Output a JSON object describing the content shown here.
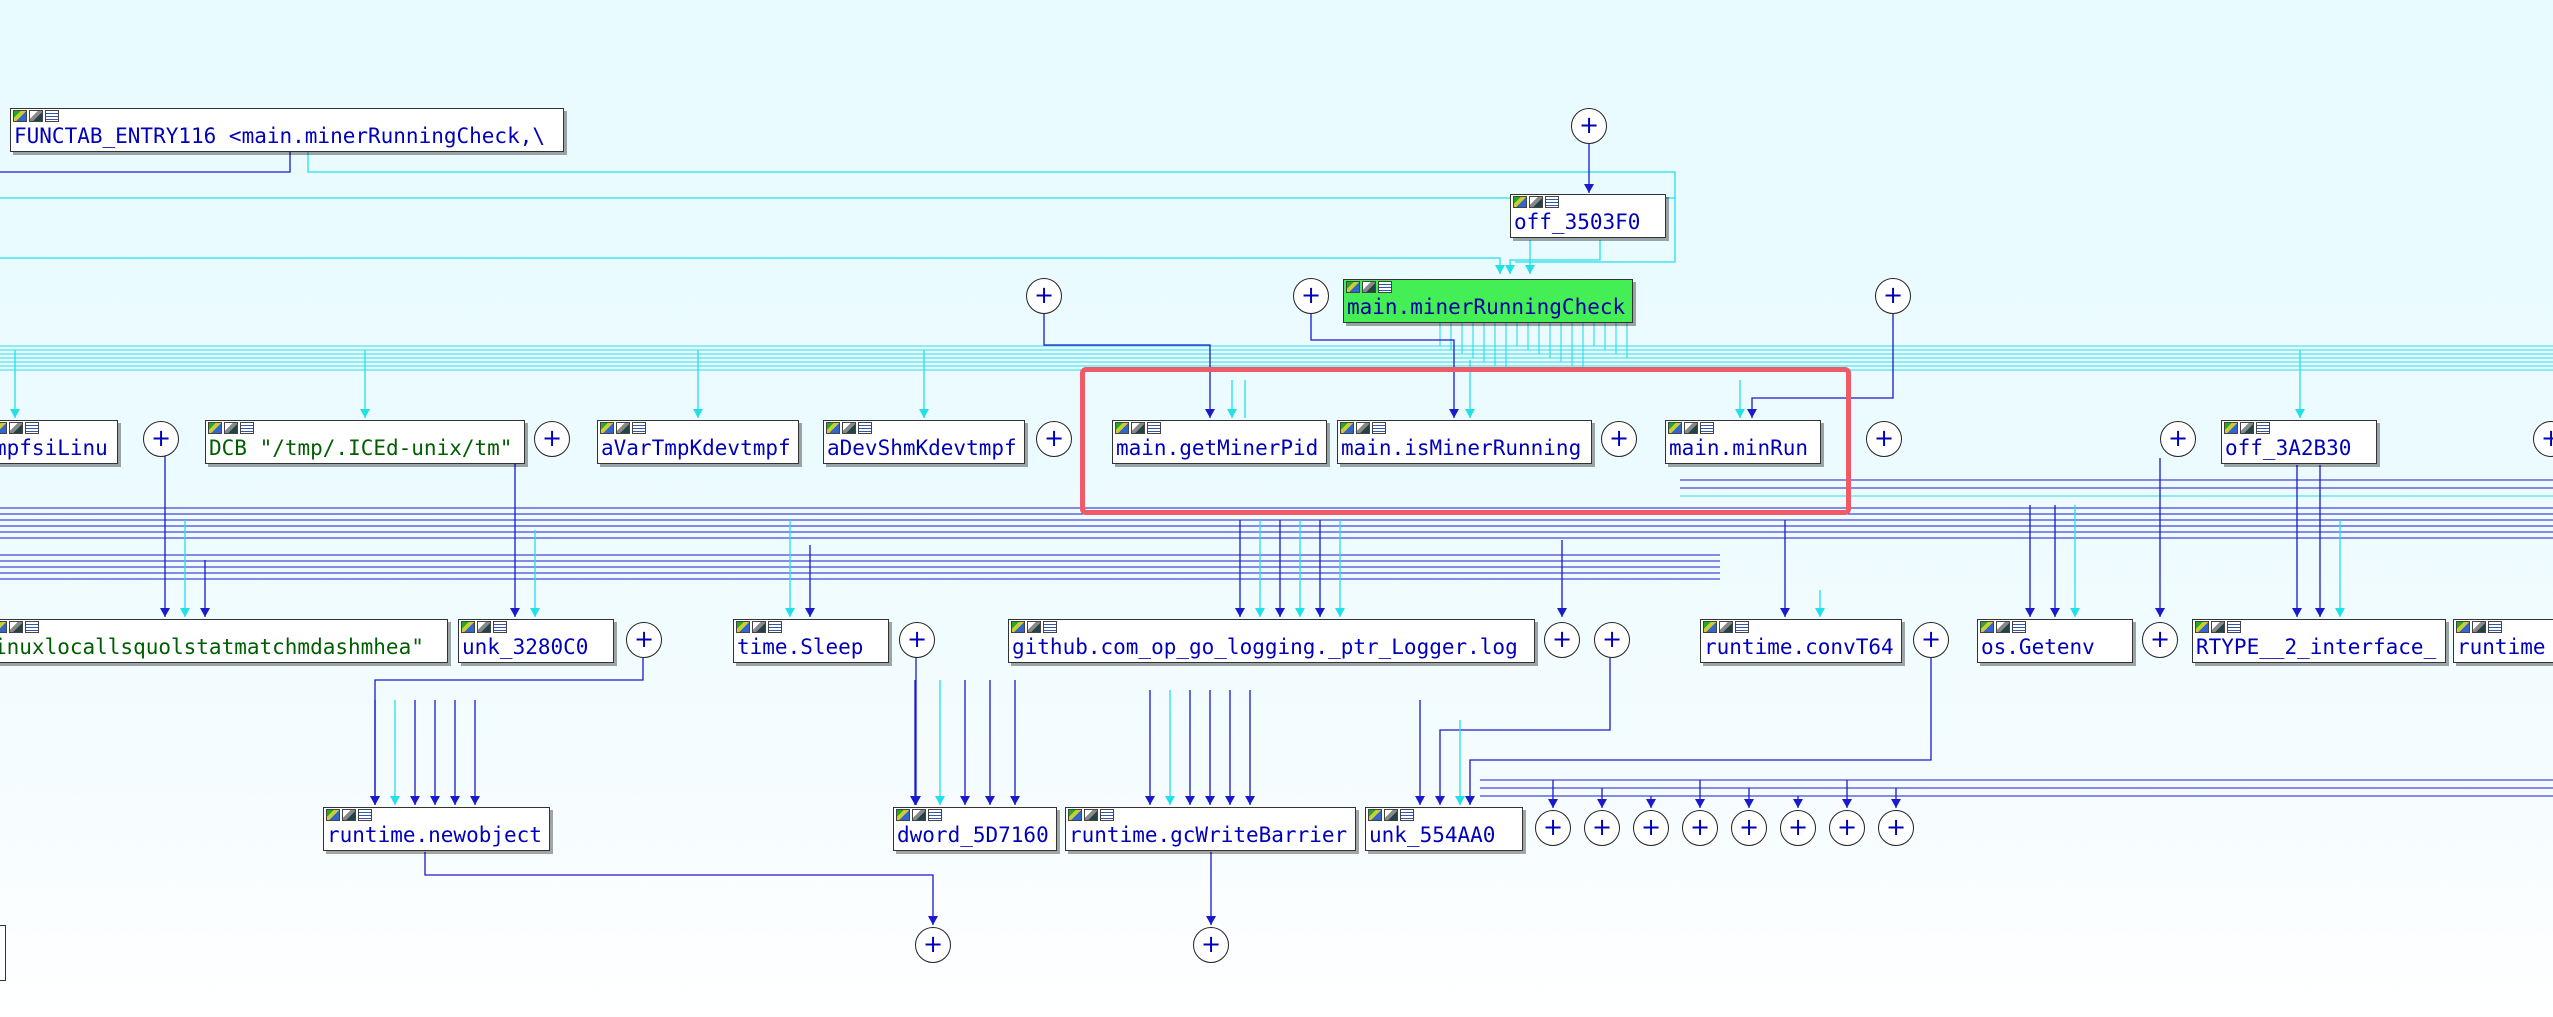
{
  "nodes": {
    "functab_entry": "FUNCTAB_ENTRY116 <main.minerRunningCheck,\\",
    "off_3503F0": "off_3503F0",
    "miner_running_check": "main.minerRunningCheck",
    "mpfsi_linu": "mpfsiLinu",
    "dcb_tmp": "DCB \"/tmp/.ICEd-unix/tm\"",
    "avar_tmp": "aVarTmpKdevtmpf",
    "adev_shm": "aDevShmKdevtmpf",
    "get_miner_pid": "main.getMinerPid",
    "is_miner_running": "main.isMinerRunning",
    "min_run": "main.minRun",
    "off_3A2B30": "off_3A2B30",
    "linux_str": "inuxlocallsquolstatmatchmdashmhea\"",
    "unk_3280C0": "unk_3280C0",
    "time_sleep": "time.Sleep",
    "logger_log": "github.com_op_go_logging._ptr_Logger.log",
    "runtime_convT64": "runtime.convT64",
    "os_getenv": "os.Getenv",
    "rtype_interface": "RTYPE__2_interface_",
    "runtime_trunc": "runtime",
    "runtime_newobject": "runtime.newobject",
    "dword_5D7160": "dword_5D7160",
    "runtime_gcwritebarrier": "runtime.gcWriteBarrier",
    "unk_554AA0": "unk_554AA0"
  },
  "expand_symbol": "+",
  "colors": {
    "call_edge": "#1a1acc",
    "data_edge": "#22e0e8",
    "highlight": "#f05a66",
    "selected_node": "#44ee55"
  },
  "icons": [
    "graph-icon",
    "color-icon",
    "text-view-icon"
  ]
}
